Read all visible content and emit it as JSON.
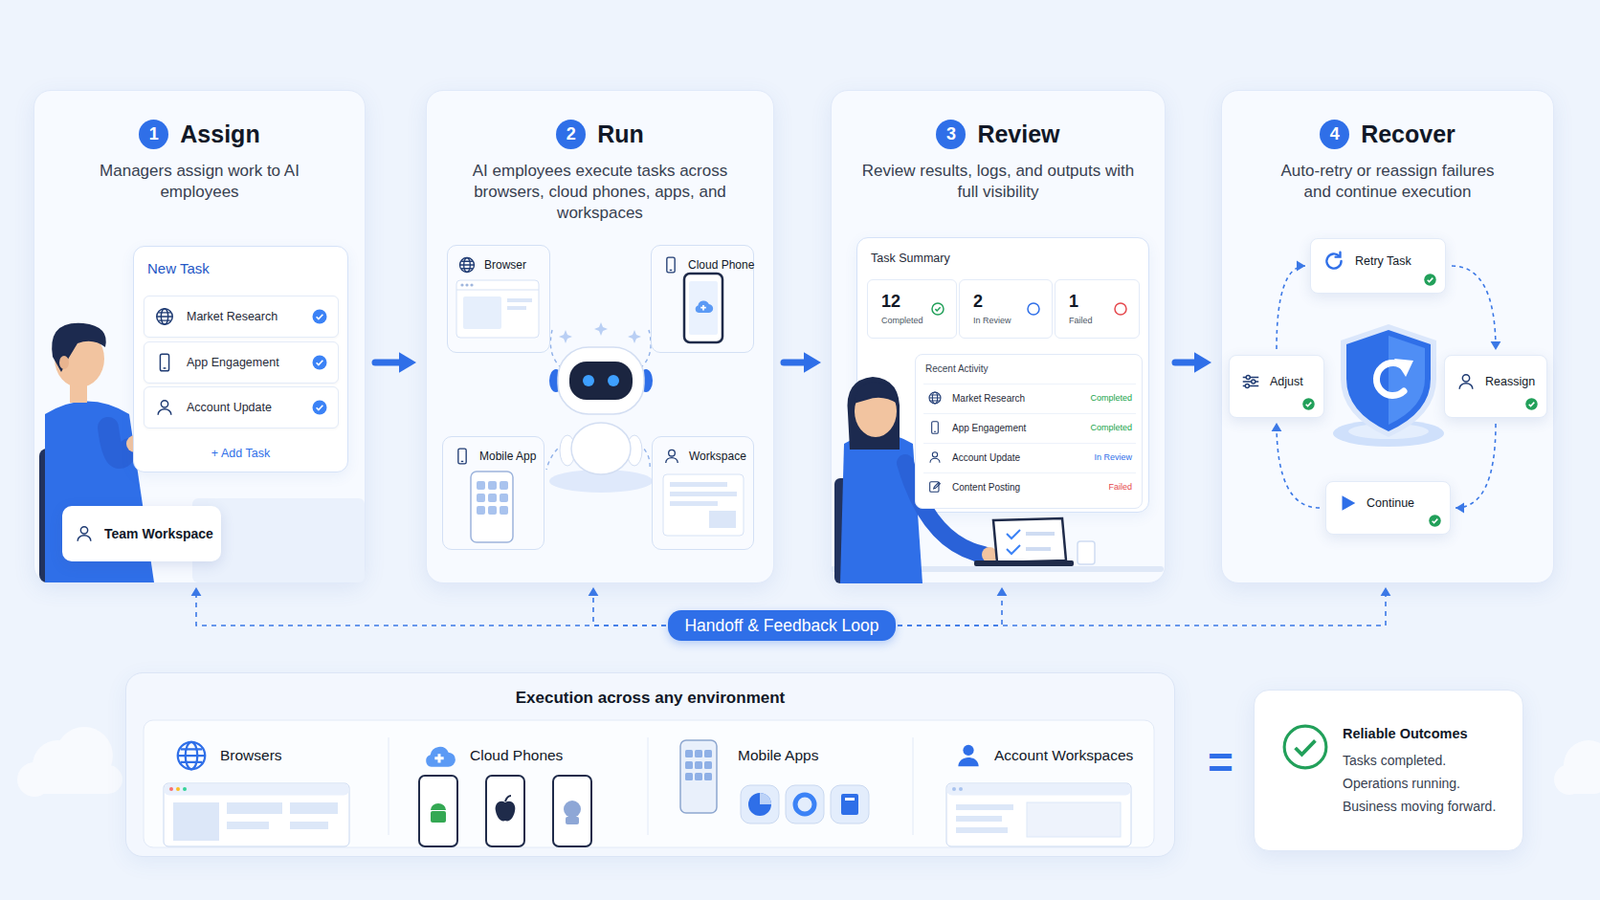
{
  "diagram": {
    "nodes": [
      {
        "text": [
          "1",
          "Assign",
          "Managers assign work to AI employees"
        ]
      },
      {
        "text": [
          "New Task",
          "+ Add Task"
        ],
        "in": 0
      },
      {
        "text": [
          "Market Research"
        ],
        "in": 1
      },
      {
        "text": [
          "App Engagement"
        ],
        "in": 1
      },
      {
        "text": [
          "Account Update"
        ],
        "in": 1
      },
      {
        "text": [
          "Team Workspace"
        ],
        "in": 0
      },
      {
        "text": [
          "2",
          "Run",
          "AI employees execute tasks across browsers, cloud phones, apps, and workspaces"
        ]
      },
      {
        "text": [
          "Browser"
        ],
        "in": 6
      },
      {
        "text": [
          "Cloud Phone"
        ],
        "in": 6
      },
      {
        "text": [
          "Mobile App"
        ],
        "in": 6
      },
      {
        "text": [
          "Workspace"
        ],
        "in": 6
      },
      {
        "text": [
          "3",
          "Review",
          "Review results, logs, and outputs with full visibility"
        ]
      },
      {
        "text": [
          "Task Summary"
        ],
        "in": 11
      },
      {
        "text": [
          "12",
          "Completed"
        ],
        "in": 12
      },
      {
        "text": [
          "2",
          "In Review"
        ],
        "in": 12
      },
      {
        "text": [
          "1",
          "Failed"
        ],
        "in": 12
      },
      {
        "text": [
          "Recent Activity"
        ],
        "in": 12
      },
      {
        "text": [
          "Market Research",
          "Completed"
        ],
        "in": 16
      },
      {
        "text": [
          "App Engagement",
          "Completed"
        ],
        "in": 16
      },
      {
        "text": [
          "Account Update",
          "In Review"
        ],
        "in": 16
      },
      {
        "text": [
          "Content Posting",
          "Failed"
        ],
        "in": 16
      },
      {
        "text": [
          "4",
          "Recover",
          "Auto-retry or reassign failures and continue execution"
        ]
      },
      {
        "text": [
          "Retry Task"
        ],
        "in": 21
      },
      {
        "text": [
          "Adjust"
        ],
        "in": 21
      },
      {
        "text": [
          "Reassign"
        ],
        "in": 21
      },
      {
        "text": [
          "Continue"
        ],
        "in": 21
      },
      {
        "text": [
          "Handoff & Feedback Loop"
        ]
      },
      {
        "text": [
          "Execution across any environment"
        ]
      },
      {
        "text": [
          "Browsers"
        ],
        "in": 27
      },
      {
        "text": [
          "Cloud Phones"
        ],
        "in": 27
      },
      {
        "text": [
          "Mobile Apps"
        ],
        "in": 27
      },
      {
        "text": [
          "Account Workspaces"
        ],
        "in": 27
      },
      {
        "text": [
          "Reliable Outcomes",
          "Tasks completed. Operations running. Business moving forward."
        ]
      }
    ],
    "edges": [
      {
        "from": 0,
        "to": 6,
        "arrow": "to"
      },
      {
        "from": 6,
        "to": 11,
        "arrow": "to"
      },
      {
        "from": 11,
        "to": 21,
        "arrow": "to"
      },
      {
        "from": 22,
        "to": 24,
        "arrow": "to"
      },
      {
        "from": 24,
        "to": 25,
        "arrow": "to"
      },
      {
        "from": 25,
        "to": 23,
        "arrow": "to"
      },
      {
        "from": 23,
        "to": 22,
        "arrow": "to"
      },
      {
        "from": 26,
        "to": 0,
        "arrow": "to"
      },
      {
        "from": 26,
        "to": 6,
        "arrow": "to"
      },
      {
        "from": 26,
        "to": 11,
        "arrow": "to"
      },
      {
        "from": 26,
        "to": 21,
        "arrow": "to"
      }
    ],
    "labels": [
      "="
    ]
  }
}
